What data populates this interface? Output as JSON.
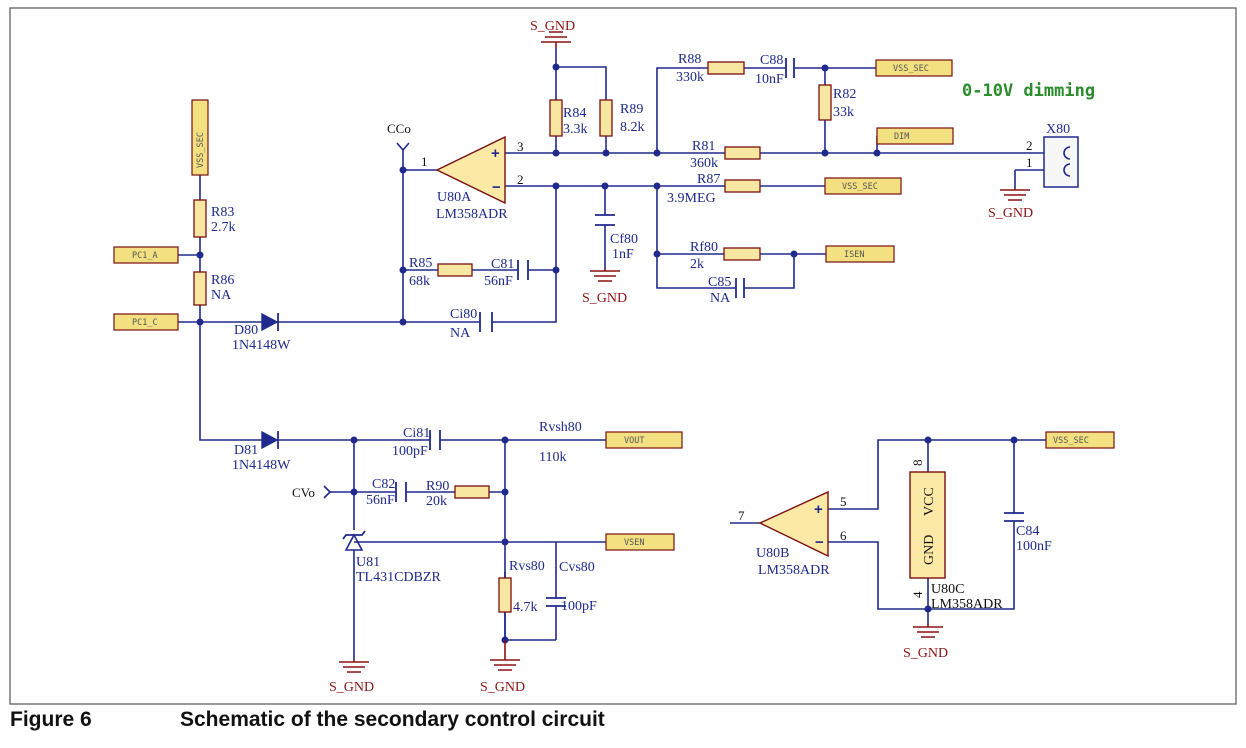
{
  "figure": {
    "number": "Figure 6",
    "title": "Schematic of the secondary control circuit"
  },
  "annotation": "0-10V dimming",
  "ports": {
    "vss_sec": "VSS_SEC",
    "dim": "DIM",
    "isen": "ISEN",
    "pc1_a": "PC1_A",
    "pc1_c": "PC1_C",
    "vout": "VOUT",
    "vsen": "VSEN"
  },
  "nets": {
    "ground": "S_GND",
    "cco": "CCo",
    "cvo": "CVo"
  },
  "components": {
    "r83": {
      "ref": "R83",
      "value": "2.7k"
    },
    "r86": {
      "ref": "R86",
      "value": "NA"
    },
    "r84": {
      "ref": "R84",
      "value": "3.3k"
    },
    "r89": {
      "ref": "R89",
      "value": "8.2k"
    },
    "r88": {
      "ref": "R88",
      "value": "330k"
    },
    "c88": {
      "ref": "C88",
      "value": "10nF"
    },
    "r82": {
      "ref": "R82",
      "value": "33k"
    },
    "r81": {
      "ref": "R81",
      "value": "360k"
    },
    "r87": {
      "ref": "R87",
      "value": "3.9MEG"
    },
    "cf80": {
      "ref": "Cf80",
      "value": "1nF"
    },
    "rf80": {
      "ref": "Rf80",
      "value": "2k"
    },
    "c85": {
      "ref": "C85",
      "value": "NA"
    },
    "r85": {
      "ref": "R85",
      "value": "68k"
    },
    "c81": {
      "ref": "C81",
      "value": "56nF"
    },
    "ci80": {
      "ref": "Ci80",
      "value": "NA"
    },
    "d80": {
      "ref": "D80",
      "value": "1N4148W"
    },
    "d81": {
      "ref": "D81",
      "value": "1N4148W"
    },
    "ci81": {
      "ref": "Ci81",
      "value": "100pF"
    },
    "rvsh80": {
      "ref": "Rvsh80",
      "value": "110k"
    },
    "c82": {
      "ref": "C82",
      "value": "56nF"
    },
    "r90": {
      "ref": "R90",
      "value": "20k"
    },
    "u81": {
      "ref": "U81",
      "value": "TL431CDBZR"
    },
    "rvs80": {
      "ref": "Rvs80",
      "value": "4.7k"
    },
    "cvs80": {
      "ref": "Cvs80",
      "value": "100pF"
    },
    "c84": {
      "ref": "C84",
      "value": "100nF"
    },
    "u80a": {
      "ref": "U80A",
      "value": "LM358ADR"
    },
    "u80b": {
      "ref": "U80B",
      "value": "LM358ADR"
    },
    "u80c": {
      "ref": "U80C",
      "value": "LM358ADR",
      "pin_vcc": "VCC",
      "pin_gnd": "GND"
    },
    "x80": {
      "ref": "X80"
    }
  },
  "pins": {
    "u80a_out": "1",
    "u80a_in_p": "3",
    "u80a_in_n": "2",
    "u80b_out": "7",
    "u80b_in_p": "5",
    "u80b_in_n": "6",
    "u80c_vcc": "8",
    "u80c_gnd": "4",
    "x80_p2": "2",
    "x80_p1": "1"
  }
}
